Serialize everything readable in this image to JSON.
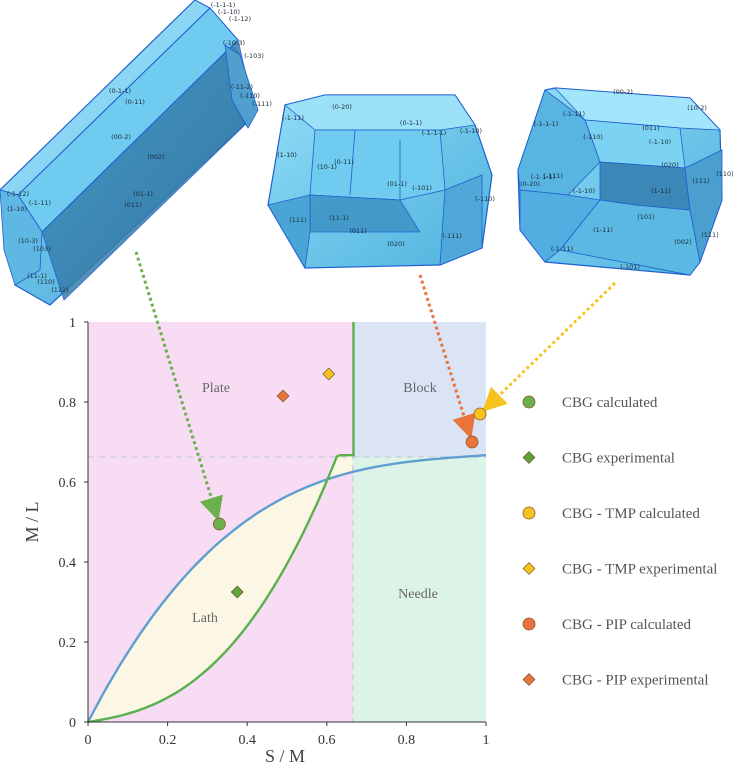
{
  "chart_data": {
    "type": "scatter",
    "xlabel": "S / M",
    "ylabel": "M / L",
    "xlim": [
      0,
      1
    ],
    "ylim": [
      0,
      1
    ],
    "x_ticks": [
      "0",
      "0.2",
      "0.4",
      "0.6",
      "0.8",
      "1"
    ],
    "y_ticks": [
      "0",
      "0.2",
      "0.4",
      "0.6",
      "0.8",
      "1"
    ],
    "regions": [
      {
        "name": "Plate",
        "color": "#f8dcf4"
      },
      {
        "name": "Block",
        "color": "#dbe4f4"
      },
      {
        "name": "Lath",
        "color": "#fbf7e4"
      },
      {
        "name": "Needle",
        "color": "#dcf3e8"
      }
    ],
    "reference_lines": [
      {
        "x": 0.667
      },
      {
        "y": 0.667
      }
    ],
    "boundary_curves": [
      {
        "color": "#5ab04e",
        "description": "green boundary"
      },
      {
        "color": "#5f9fd0",
        "description": "blue boundary"
      }
    ],
    "series": [
      {
        "name": "CBG calculated",
        "marker": "circle",
        "color": "#6ab04c",
        "points": [
          [
            0.33,
            0.495
          ]
        ]
      },
      {
        "name": "CBG experimental",
        "marker": "diamond",
        "color": "#5ca33a",
        "points": [
          [
            0.375,
            0.325
          ]
        ]
      },
      {
        "name": "CBG - TMP calculated",
        "marker": "circle",
        "color": "#f7c21e",
        "points": [
          [
            0.985,
            0.77
          ]
        ]
      },
      {
        "name": "CBG - TMP experimental",
        "marker": "diamond",
        "color": "#f7c21e",
        "points": [
          [
            0.605,
            0.87
          ]
        ]
      },
      {
        "name": "CBG - PIP calculated",
        "marker": "circle",
        "color": "#e8743b",
        "points": [
          [
            0.965,
            0.7
          ]
        ]
      },
      {
        "name": "CBG - PIP experimental",
        "marker": "diamond",
        "color": "#e8743b",
        "points": [
          [
            0.49,
            0.815
          ]
        ]
      }
    ],
    "arrows": [
      {
        "from_crystal": "lath",
        "to_series": "CBG calculated",
        "color": "#6ab04c"
      },
      {
        "from_crystal": "block-pip",
        "to_series": "CBG - PIP calculated",
        "color": "#e8743b"
      },
      {
        "from_crystal": "block-tmp",
        "to_series": "CBG - TMP calculated",
        "color": "#f7c21e"
      }
    ]
  },
  "crystals": {
    "lath": {
      "labels": [
        "(-1-1-1)",
        "(-1-10)",
        "(-1-12)",
        "(-10-3)",
        "(-103)",
        "(0-1-1)",
        "(0-11)",
        "(00-2)",
        "(-11-2)",
        "(-110)",
        "(-111)",
        "(002)",
        "(01-1)",
        "(011)",
        "(-1-12)",
        "(1-10)",
        "(-1-11)",
        "(10-3)",
        "(103)",
        "(11-1)",
        "(110)",
        "(112)"
      ]
    },
    "block_pip": {
      "labels": [
        "(0-20)",
        "(-1-11)",
        "(0-1-1)",
        "(-1-1-1)",
        "(-1-10)",
        "(1-10)",
        "(10-1)",
        "(0-11)",
        "(01-1)",
        "(-101)",
        "(-110)",
        "(111)",
        "(11-1)",
        "(011)",
        "(020)",
        "(-111)"
      ]
    },
    "block_tmp": {
      "labels": [
        "(00-2)",
        "(10-2)",
        "(-1-1-1)",
        "(-1-11)",
        "(011)",
        "(-110)",
        "(-1-10)",
        "(-1-1-1)",
        "(-111)",
        "(020)",
        "(110)",
        "(-1-10)",
        "(0-20)",
        "(1-11)",
        "(111)",
        "(101)",
        "(1-11)",
        "(-1-11)",
        "(111)",
        "(002)",
        "(-101)"
      ]
    }
  }
}
